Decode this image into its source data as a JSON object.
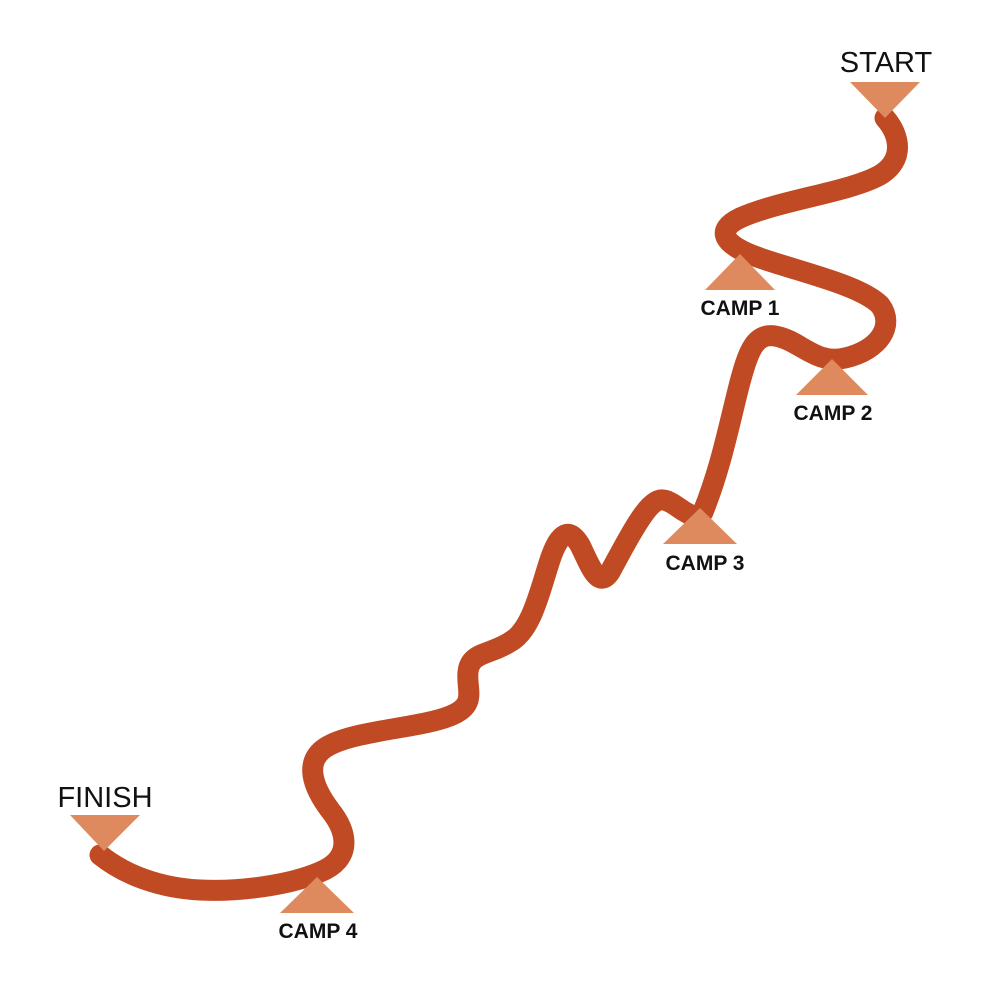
{
  "colors": {
    "trail": "#C04A23",
    "marker": "#DE8A5E",
    "text": "#111111"
  },
  "markers": {
    "start": {
      "label": "START"
    },
    "camp1": {
      "label": "CAMP 1"
    },
    "camp2": {
      "label": "CAMP 2"
    },
    "camp3": {
      "label": "CAMP 3"
    },
    "camp4": {
      "label": "CAMP 4"
    },
    "finish": {
      "label": "FINISH"
    }
  }
}
